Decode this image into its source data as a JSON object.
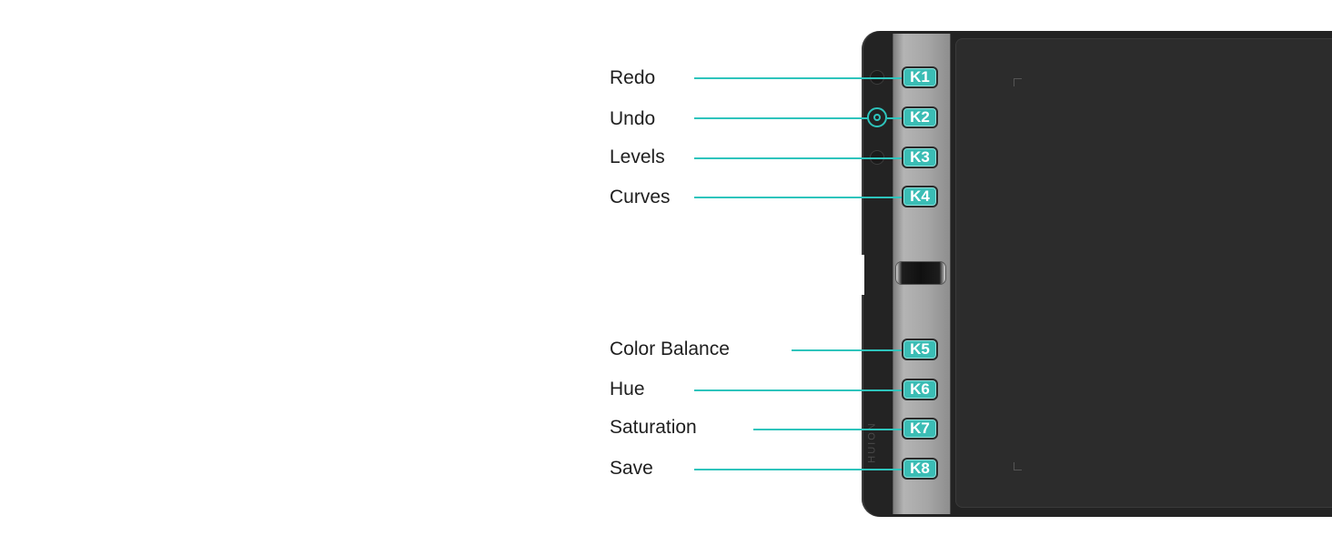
{
  "labels": [
    "Redo",
    "Undo",
    "Levels",
    "Curves",
    "Color Balance",
    "Hue",
    "Saturation",
    "Save"
  ],
  "keys": [
    "K1",
    "K2",
    "K3",
    "K4",
    "K5",
    "K6",
    "K7",
    "K8"
  ],
  "brand": "HUION",
  "colors": {
    "accent": "#2ec4bc",
    "key_fill": "#3bbdb5",
    "tablet_body": "#232323",
    "strip": "#a6a6a6",
    "text": "#1f1f1f"
  }
}
